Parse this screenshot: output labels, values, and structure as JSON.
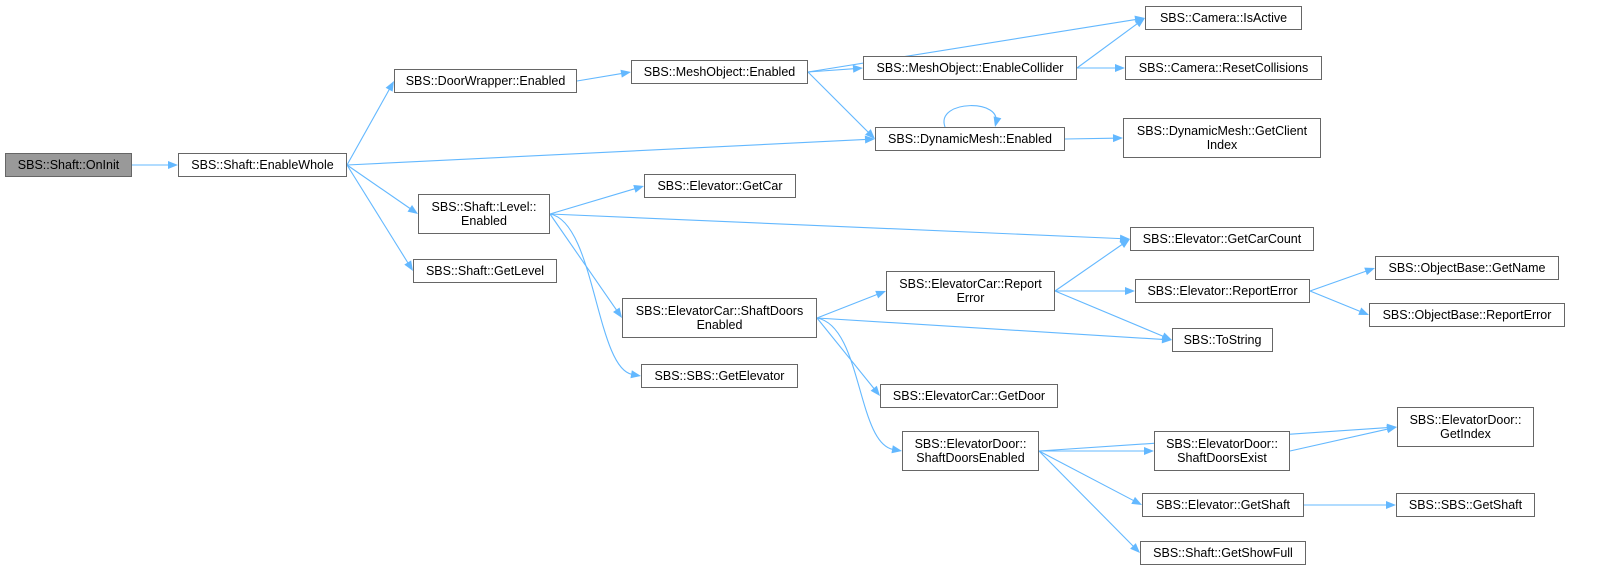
{
  "colors": {
    "edge": "#63b8ff",
    "node_border": "#666666",
    "root_fill": "#999999"
  },
  "nodes": [
    {
      "id": "n0",
      "label": "SBS::Shaft::OnInit",
      "root": true
    },
    {
      "id": "n1",
      "label": "SBS::Shaft::EnableWhole"
    },
    {
      "id": "n2",
      "label": "SBS::DoorWrapper::Enabled"
    },
    {
      "id": "n3",
      "label": "SBS::Shaft::Level::\nEnabled"
    },
    {
      "id": "n4",
      "label": "SBS::Shaft::GetLevel"
    },
    {
      "id": "n5",
      "label": "SBS::MeshObject::Enabled"
    },
    {
      "id": "n6",
      "label": "SBS::Elevator::GetCar"
    },
    {
      "id": "n7",
      "label": "SBS::ElevatorCar::ShaftDoors\nEnabled"
    },
    {
      "id": "n8",
      "label": "SBS::SBS::GetElevator"
    },
    {
      "id": "n9",
      "label": "SBS::MeshObject::EnableCollider"
    },
    {
      "id": "n10",
      "label": "SBS::DynamicMesh::Enabled"
    },
    {
      "id": "n11",
      "label": "SBS::ElevatorCar::Report\nError"
    },
    {
      "id": "n12",
      "label": "SBS::ElevatorCar::GetDoor"
    },
    {
      "id": "n13",
      "label": "SBS::ElevatorDoor::\nShaftDoorsEnabled"
    },
    {
      "id": "n14",
      "label": "SBS::Camera::IsActive"
    },
    {
      "id": "n15",
      "label": "SBS::Camera::ResetCollisions"
    },
    {
      "id": "n16",
      "label": "SBS::DynamicMesh::GetClient\nIndex"
    },
    {
      "id": "n17",
      "label": "SBS::Elevator::GetCarCount"
    },
    {
      "id": "n18",
      "label": "SBS::Elevator::ReportError"
    },
    {
      "id": "n19",
      "label": "SBS::ToString"
    },
    {
      "id": "n20",
      "label": "SBS::ElevatorDoor::\nShaftDoorsExist"
    },
    {
      "id": "n21",
      "label": "SBS::Elevator::GetShaft"
    },
    {
      "id": "n22",
      "label": "SBS::Shaft::GetShowFull"
    },
    {
      "id": "n23",
      "label": "SBS::ElevatorDoor::\nGetIndex"
    },
    {
      "id": "n24",
      "label": "SBS::ObjectBase::GetName"
    },
    {
      "id": "n25",
      "label": "SBS::ObjectBase::ReportError"
    },
    {
      "id": "n26",
      "label": "SBS::SBS::GetShaft"
    }
  ],
  "edges": [
    [
      "n0",
      "n1"
    ],
    [
      "n1",
      "n2"
    ],
    [
      "n1",
      "n10"
    ],
    [
      "n1",
      "n3"
    ],
    [
      "n1",
      "n4"
    ],
    [
      "n2",
      "n5"
    ],
    [
      "n5",
      "n14"
    ],
    [
      "n5",
      "n9"
    ],
    [
      "n5",
      "n10"
    ],
    [
      "n9",
      "n14"
    ],
    [
      "n9",
      "n15"
    ],
    [
      "n10",
      "n10"
    ],
    [
      "n10",
      "n16"
    ],
    [
      "n3",
      "n6"
    ],
    [
      "n3",
      "n17"
    ],
    [
      "n3",
      "n7"
    ],
    [
      "n3",
      "n8"
    ],
    [
      "n7",
      "n11"
    ],
    [
      "n7",
      "n19"
    ],
    [
      "n7",
      "n12"
    ],
    [
      "n7",
      "n13"
    ],
    [
      "n11",
      "n17"
    ],
    [
      "n11",
      "n18"
    ],
    [
      "n11",
      "n19"
    ],
    [
      "n18",
      "n24"
    ],
    [
      "n18",
      "n25"
    ],
    [
      "n13",
      "n23"
    ],
    [
      "n13",
      "n20"
    ],
    [
      "n13",
      "n21"
    ],
    [
      "n13",
      "n22"
    ],
    [
      "n20",
      "n23"
    ],
    [
      "n21",
      "n26"
    ]
  ]
}
